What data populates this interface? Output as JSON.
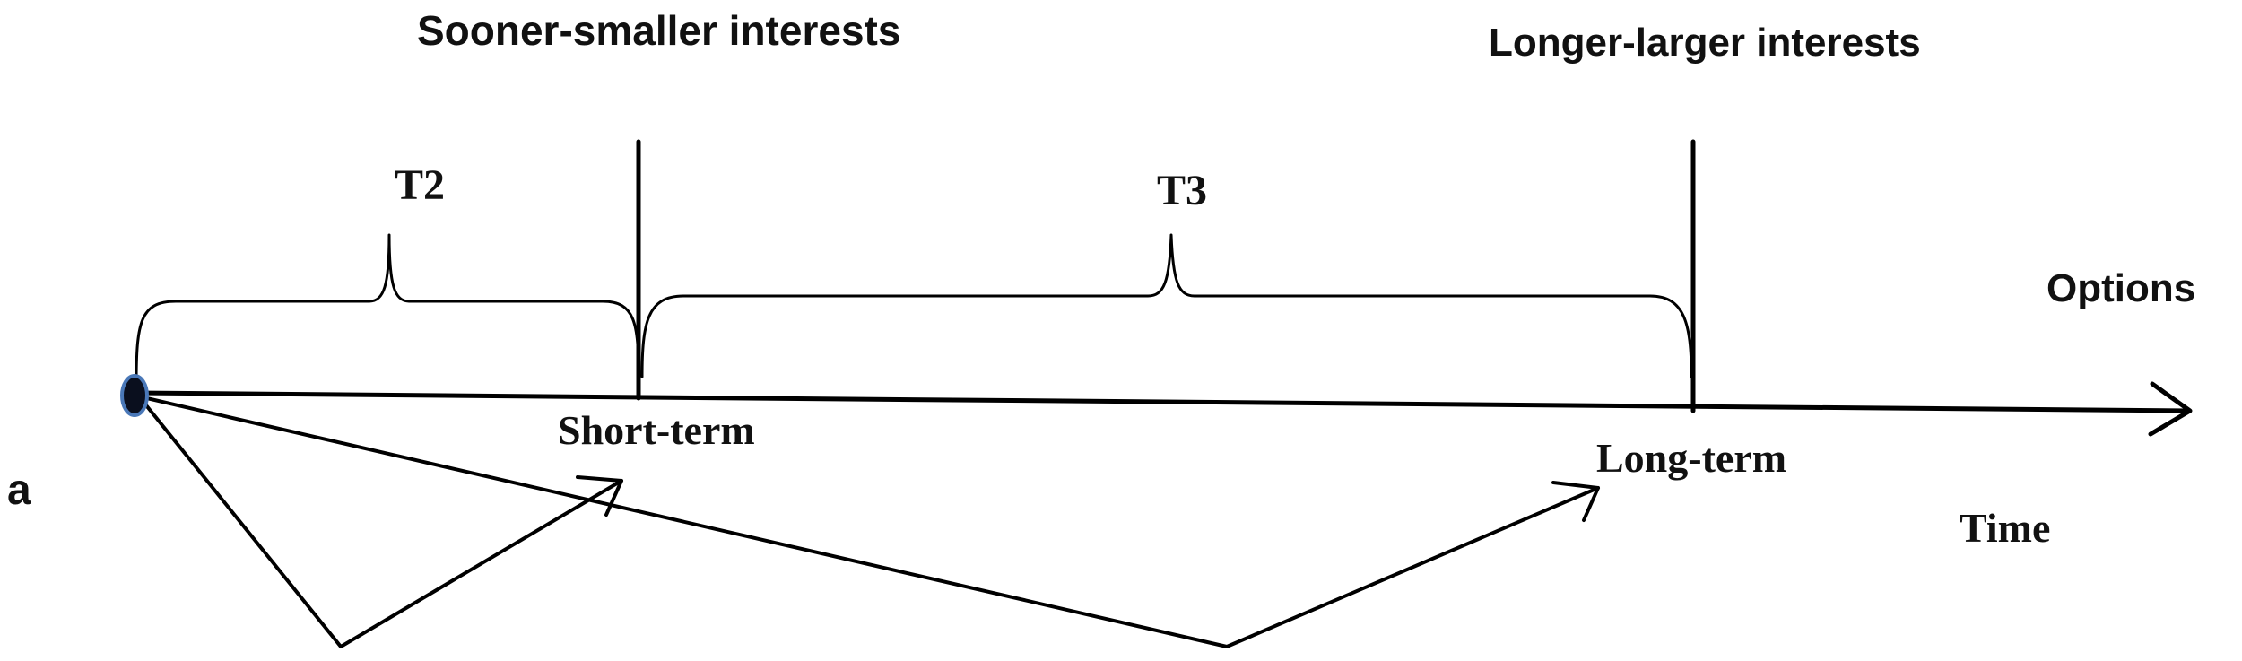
{
  "labels": {
    "sooner_smaller": "Sooner-smaller interests",
    "longer_larger": "Longer-larger interests",
    "options": "Options",
    "short_term": "Short-term",
    "long_term": "Long-term",
    "time": "Time",
    "panel_letter": "a",
    "t2": "T2",
    "t3": "T3"
  },
  "colors": {
    "line": "#000000",
    "origin_fill": "#0a0f1e",
    "origin_stroke": "#4a78b8"
  }
}
